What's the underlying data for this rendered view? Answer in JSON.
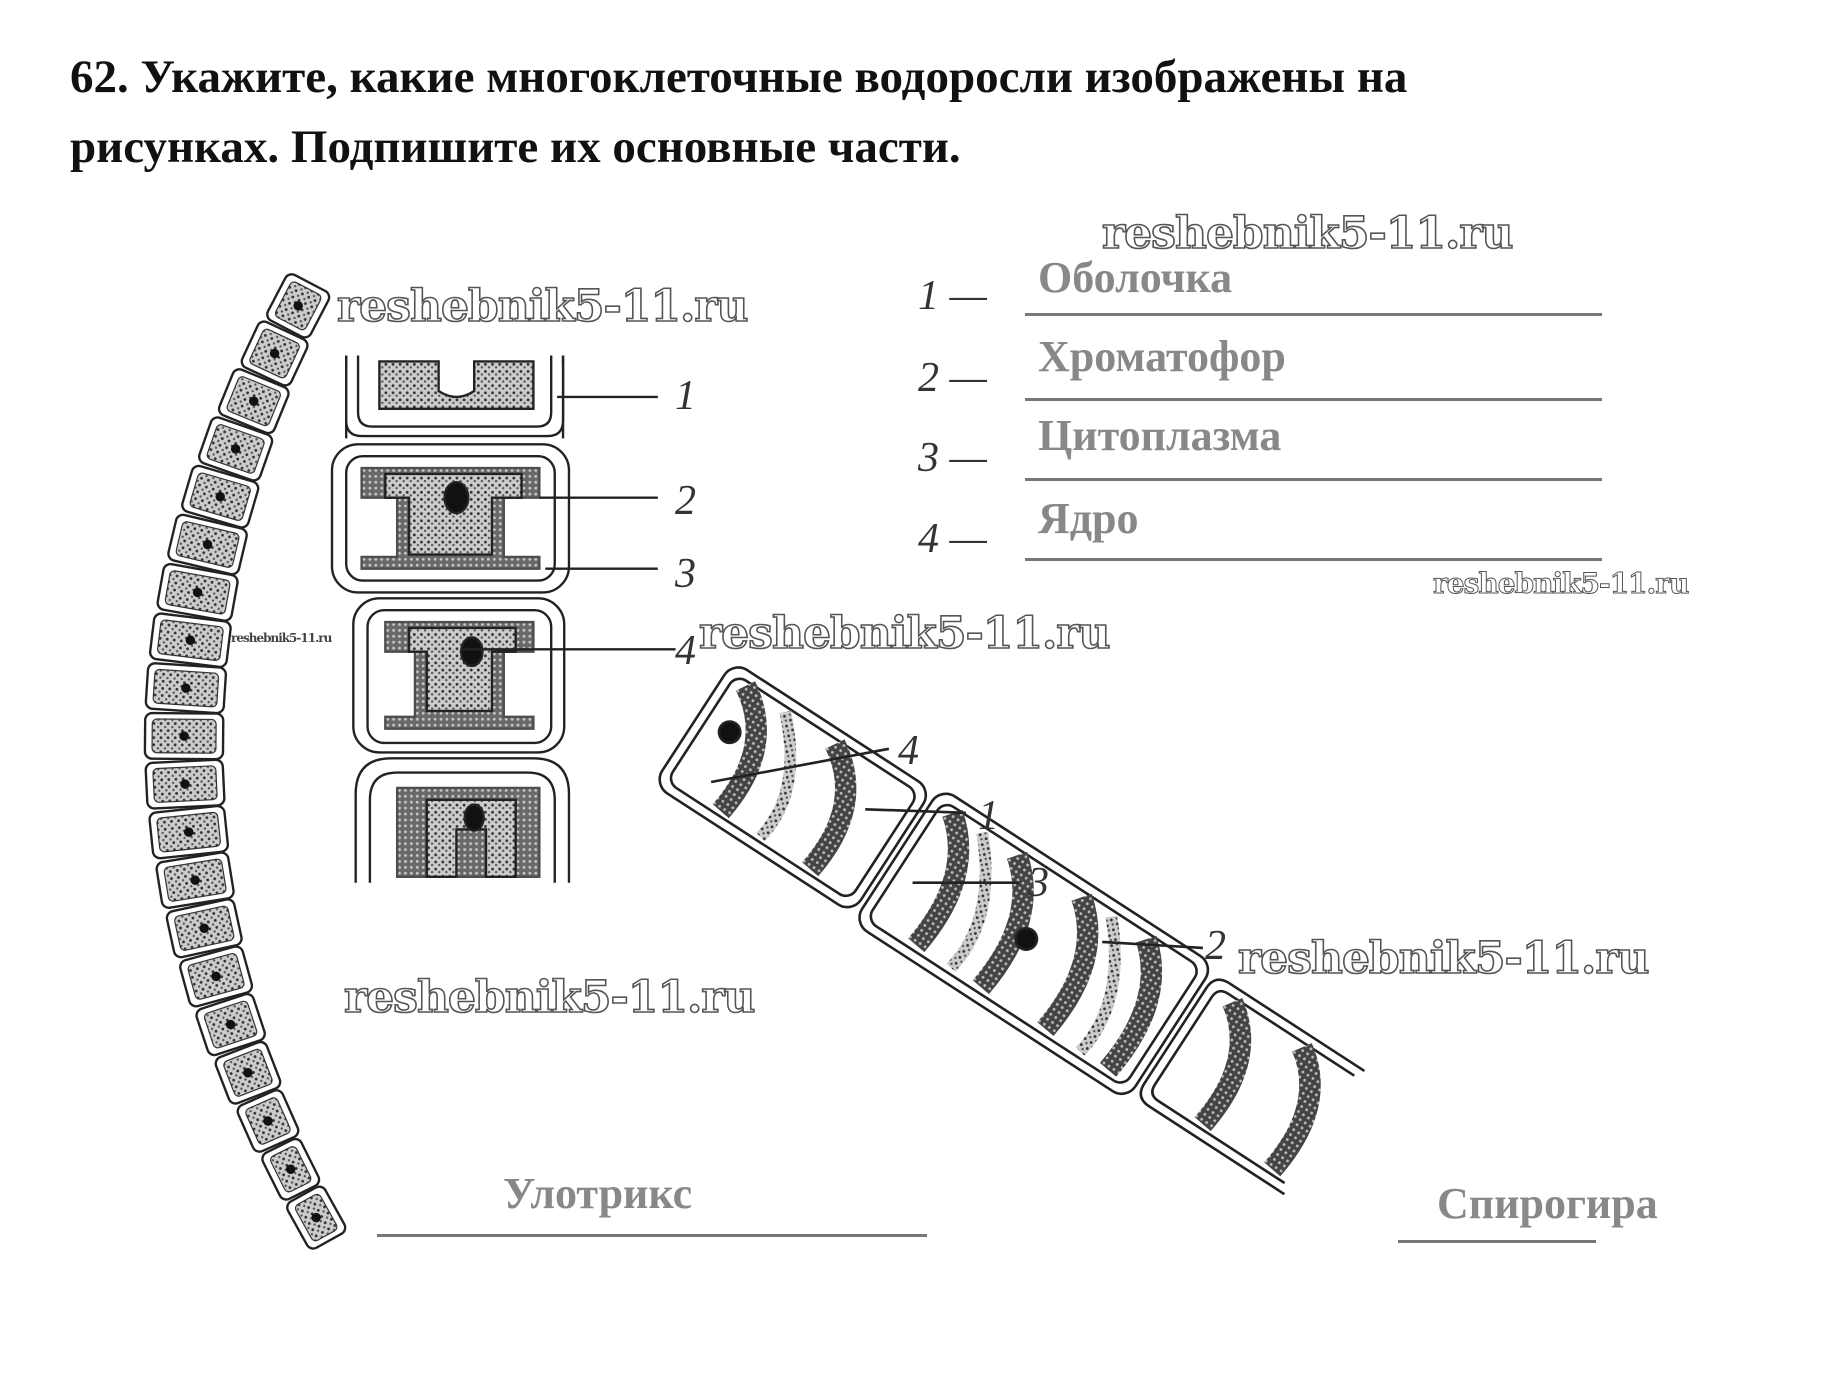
{
  "task": {
    "title_line1": "62. Укажите, какие многоклеточные водоросли изображены на",
    "title_line2": "рисунках. Подпишите их основные части."
  },
  "parts_list": [
    {
      "number": "1 —",
      "answer": "Оболочка"
    },
    {
      "number": "2 —",
      "answer": "Хроматофор"
    },
    {
      "number": "3 —",
      "answer": "Цитоплазма"
    },
    {
      "number": "4 —",
      "answer": "Ядро"
    }
  ],
  "figure_labels": {
    "zygnema": [
      "1",
      "2",
      "3",
      "4"
    ],
    "spirogyra": [
      "4",
      "1",
      "3",
      "2"
    ]
  },
  "answers": {
    "left_alga": "Улотрикс",
    "right_alga": "Спирогира"
  },
  "watermark": "reshebnik5-11.ru"
}
